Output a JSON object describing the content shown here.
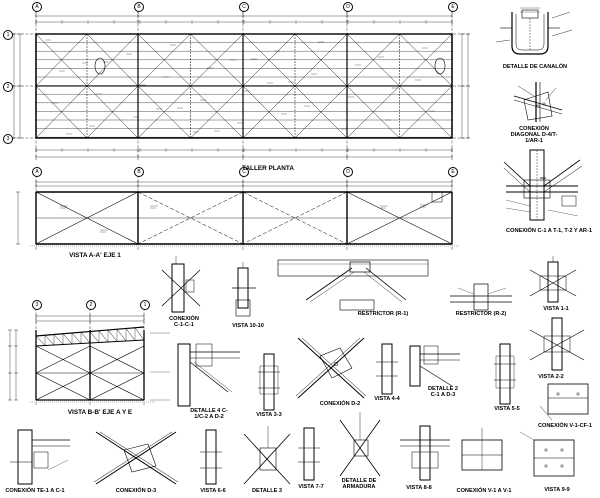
{
  "grid": {
    "columns": [
      "A",
      "B",
      "C",
      "D",
      "E"
    ],
    "rows": [
      "1",
      "2",
      "3"
    ],
    "elevation_rows": [
      "3",
      "2",
      "1"
    ]
  },
  "titles": {
    "plan": "TALLER PLANTA",
    "elev_a": "VISTA A-A' EJE 1",
    "elev_b": "VISTA B-B' EJE A Y E",
    "canalon": "DETALLE DE CANALÓN",
    "diagonal": "CONEXIÓN DIAGONAL D-4/T-1/AR-1",
    "c1": "CONEXIÓN C-1 A T-1, T-2 Y AR-1",
    "restrictor_r1": "RESTRICTOR (R-1)",
    "restrictor_r2": "RESTRICTOR (R-2)",
    "conexion_c1c1": "CONEXIÓN C-1-C-1",
    "vista_10_10": "VISTA 10-10",
    "vista_1_1": "VISTA 1-1",
    "conexion_d2": "CONEXIÓN D-2",
    "vista_4_4": "VISTA 4-4",
    "detalle_2": "DETALLE 2 C-1 A D-3",
    "vista_5_5": "VISTA 5-5",
    "vista_2_2": "VISTA 2-2",
    "detalle_4": "DETALLE 4 C-1/C-2 A D-2",
    "vista_3_3": "VISTA 3-3",
    "conexion_v1cf1": "CONEXIÓN V-1-CF-1",
    "conexion_te1": "CONEXIÓN TE-1 A C-1",
    "conexion_d3": "CONEXIÓN D-3",
    "vista_6_6": "VISTA 6-6",
    "detalle_3": "DETALLE 3",
    "vista_7_7": "VISTA 7-7",
    "detalle_armadura": "DETALLE DE ARMADURA",
    "vista_8_8": "VISTA 8-8",
    "conexion_v1av1": "CONEXIÓN V-1 A V-1",
    "vista_9_9": "VISTA 9-9"
  }
}
